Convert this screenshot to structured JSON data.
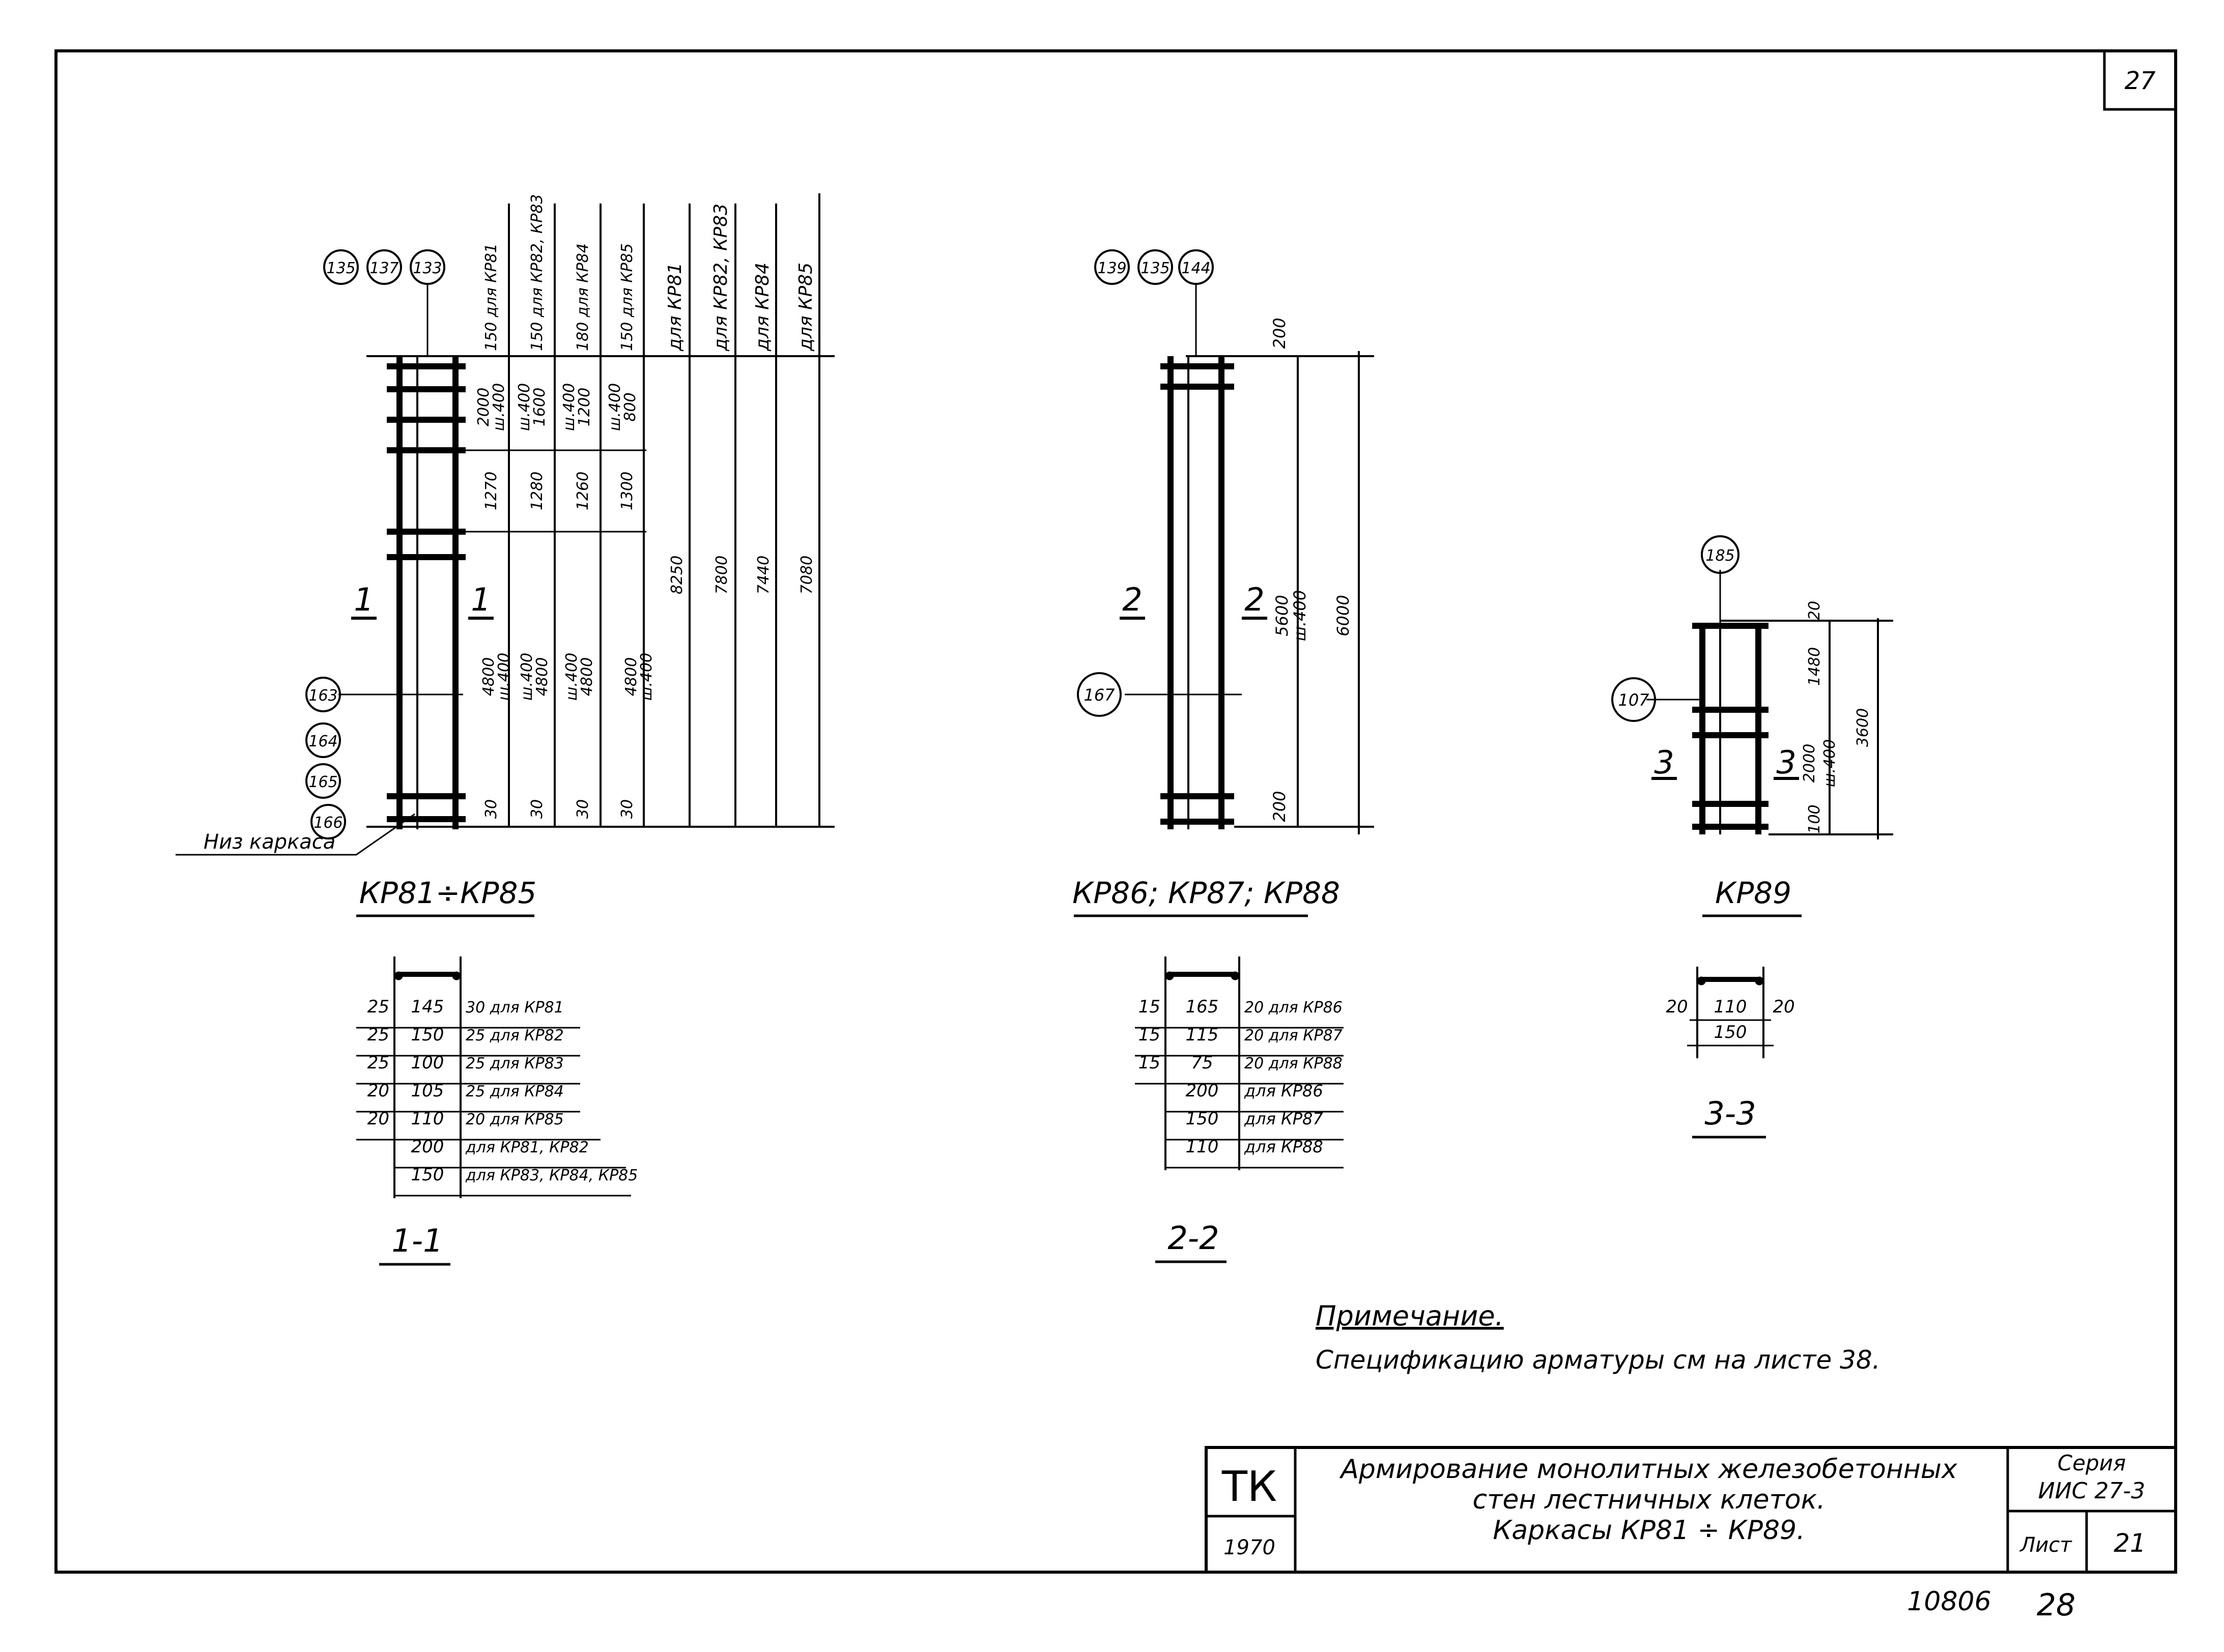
{
  "sheet": {
    "page_number": "27",
    "bottom_number": "10806",
    "bottom_page": "28",
    "note_title": "Примечание.",
    "note_text": "Спецификацию арматуры см на листе 38."
  },
  "title_block": {
    "org": "ТК",
    "year": "1970",
    "title_line1": "Армирование монолитных железобетонных",
    "title_line2": "стен лестничных клеток.",
    "title_line3": "Каркасы КР81 ÷ КР89.",
    "series_label": "Серия",
    "series_value": "ИИС 27-3",
    "sheet_label": "Лист",
    "sheet_value": "21"
  },
  "frame_a": {
    "caption": "КР81÷КР85",
    "bottom_note": "Низ каркаса",
    "cut_mark": "1",
    "top_bubbles": [
      "135",
      "137",
      "133"
    ],
    "left_bubbles": [
      "163",
      "164",
      "165",
      "166"
    ],
    "col_headers": [
      "150 для КР81",
      "150 для КР82, КР83",
      "180 для КР84",
      "150 для КР85",
      "для КР81",
      "для КР82, КР83",
      "для КР84",
      "для КР85"
    ],
    "top_dims": [
      "2000",
      "ш.400",
      "1600",
      "ш.400",
      "1200",
      "ш.400",
      "800",
      "ш.400"
    ],
    "mid_dims": [
      "1270",
      "1280",
      "1260",
      "1300"
    ],
    "low_dims": [
      "4800",
      "ш.400",
      "4800",
      "ш.400",
      "4800",
      "ш.400",
      "4800",
      "ш.400"
    ],
    "bot_dims": [
      "30",
      "30",
      "30",
      "30"
    ],
    "totals": [
      "8250",
      "7800",
      "7440",
      "7080"
    ]
  },
  "frame_b": {
    "caption": "КР86; КР87; КР88",
    "cut_mark": "2",
    "top_bubbles": [
      "139",
      "135",
      "144"
    ],
    "left_bubble": "167",
    "top_dim": "200",
    "mid_dims": [
      "5600",
      "ш.400"
    ],
    "bot_dim": "200",
    "total": "6000"
  },
  "frame_c": {
    "caption": "КР89",
    "cut_mark": "3",
    "top_bubble": "185",
    "left_bubble": "107",
    "dims": [
      "20",
      "1480",
      "2000",
      "ш.400",
      "100"
    ],
    "total": "3600"
  },
  "section_1": {
    "label": "1-1",
    "rows": [
      {
        "left": "25",
        "value": "145",
        "note": "30 для КР81"
      },
      {
        "left": "25",
        "value": "150",
        "note": "25 для КР82"
      },
      {
        "left": "25",
        "value": "100",
        "note": "25 для КР83"
      },
      {
        "left": "20",
        "value": "105",
        "note": "25 для КР84"
      },
      {
        "left": "20",
        "value": "110",
        "note": "20 для КР85"
      },
      {
        "left": "",
        "value": "200",
        "note": "для КР81, КР82"
      },
      {
        "left": "",
        "value": "150",
        "note": "для КР83, КР84, КР85"
      }
    ]
  },
  "section_2": {
    "label": "2-2",
    "rows": [
      {
        "left": "15",
        "value": "165",
        "note": "20 для КР86"
      },
      {
        "left": "15",
        "value": "115",
        "note": "20 для КР87"
      },
      {
        "left": "15",
        "value": "75",
        "note": "20 для КР88"
      },
      {
        "left": "",
        "value": "200",
        "note": "для КР86"
      },
      {
        "left": "",
        "value": "150",
        "note": "для КР87"
      },
      {
        "left": "",
        "value": "110",
        "note": "для КР88"
      }
    ]
  },
  "section_3": {
    "label": "3-3",
    "left": "20",
    "value": "110",
    "right": "20",
    "width": "150"
  }
}
